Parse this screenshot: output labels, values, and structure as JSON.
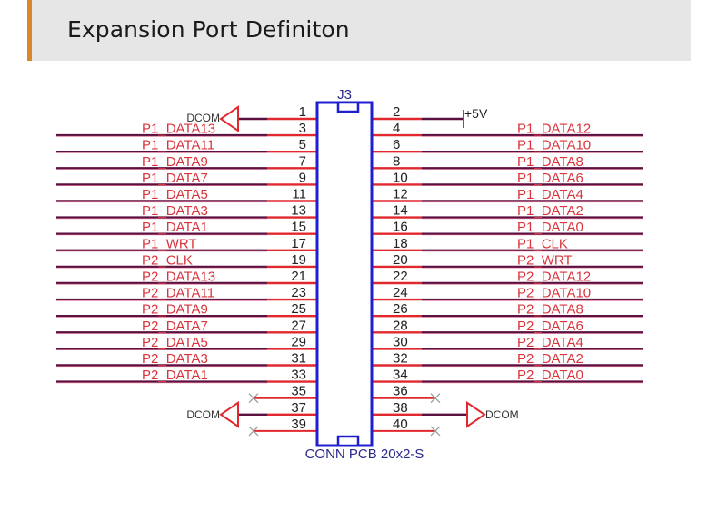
{
  "header": {
    "title": "Expansion Port Definiton"
  },
  "colors": {
    "accent": "#d9872a",
    "header_bg": "#e6e6e6",
    "wire_red": "#e0282e",
    "wire_dark": "#5a1040",
    "net_label": "#d9343c",
    "connector_blue": "#1f1fd0",
    "ref_text": "#2a2a8a"
  },
  "connector": {
    "ref": "J3",
    "part": "CONN PCB 20x2-S",
    "left_pins": [
      {
        "pin": "1",
        "net": "DCOM",
        "type": "ground"
      },
      {
        "pin": "3",
        "net": "P1_DATA13",
        "type": "net"
      },
      {
        "pin": "5",
        "net": "P1_DATA11",
        "type": "net"
      },
      {
        "pin": "7",
        "net": "P1_DATA9",
        "type": "net"
      },
      {
        "pin": "9",
        "net": "P1_DATA7",
        "type": "net"
      },
      {
        "pin": "11",
        "net": "P1_DATA5",
        "type": "net"
      },
      {
        "pin": "13",
        "net": "P1_DATA3",
        "type": "net"
      },
      {
        "pin": "15",
        "net": "P1_DATA1",
        "type": "net"
      },
      {
        "pin": "17",
        "net": "P1_WRT",
        "type": "net"
      },
      {
        "pin": "19",
        "net": "P2_CLK",
        "type": "net"
      },
      {
        "pin": "21",
        "net": "P2_DATA13",
        "type": "net"
      },
      {
        "pin": "23",
        "net": "P2_DATA11",
        "type": "net"
      },
      {
        "pin": "25",
        "net": "P2_DATA9",
        "type": "net"
      },
      {
        "pin": "27",
        "net": "P2_DATA7",
        "type": "net"
      },
      {
        "pin": "29",
        "net": "P2_DATA5",
        "type": "net"
      },
      {
        "pin": "31",
        "net": "P2_DATA3",
        "type": "net"
      },
      {
        "pin": "33",
        "net": "P2_DATA1",
        "type": "net"
      },
      {
        "pin": "35",
        "net": "",
        "type": "nc"
      },
      {
        "pin": "37",
        "net": "DCOM",
        "type": "ground"
      },
      {
        "pin": "39",
        "net": "",
        "type": "nc"
      }
    ],
    "right_pins": [
      {
        "pin": "2",
        "net": "+5V",
        "type": "power"
      },
      {
        "pin": "4",
        "net": "P1_DATA12",
        "type": "net"
      },
      {
        "pin": "6",
        "net": "P1_DATA10",
        "type": "net"
      },
      {
        "pin": "8",
        "net": "P1_DATA8",
        "type": "net"
      },
      {
        "pin": "10",
        "net": "P1_DATA6",
        "type": "net"
      },
      {
        "pin": "12",
        "net": "P1_DATA4",
        "type": "net"
      },
      {
        "pin": "14",
        "net": "P1_DATA2",
        "type": "net"
      },
      {
        "pin": "16",
        "net": "P1_DATA0",
        "type": "net"
      },
      {
        "pin": "18",
        "net": "P1_CLK",
        "type": "net"
      },
      {
        "pin": "20",
        "net": "P2_WRT",
        "type": "net"
      },
      {
        "pin": "22",
        "net": "P2_DATA12",
        "type": "net"
      },
      {
        "pin": "24",
        "net": "P2_DATA10",
        "type": "net"
      },
      {
        "pin": "26",
        "net": "P2_DATA8",
        "type": "net"
      },
      {
        "pin": "28",
        "net": "P2_DATA6",
        "type": "net"
      },
      {
        "pin": "30",
        "net": "P2_DATA4",
        "type": "net"
      },
      {
        "pin": "32",
        "net": "P2_DATA2",
        "type": "net"
      },
      {
        "pin": "34",
        "net": "P2_DATA0",
        "type": "net"
      },
      {
        "pin": "36",
        "net": "",
        "type": "nc"
      },
      {
        "pin": "38",
        "net": "DCOM",
        "type": "ground"
      },
      {
        "pin": "40",
        "net": "",
        "type": "nc"
      }
    ]
  }
}
